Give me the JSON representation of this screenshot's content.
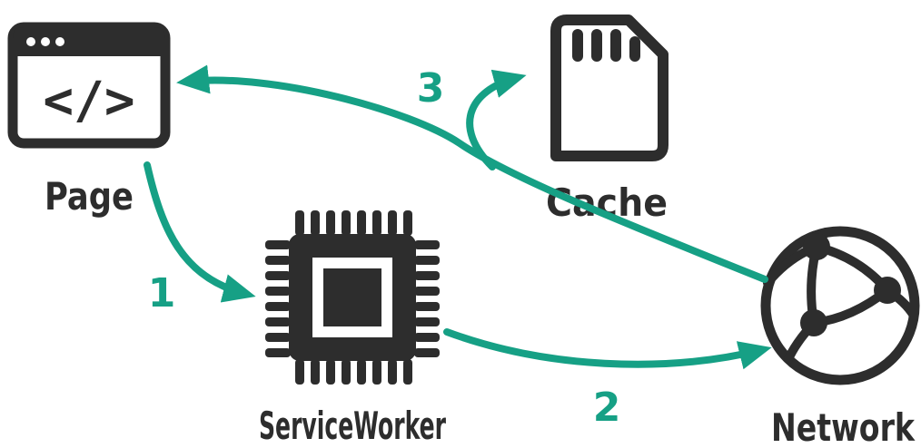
{
  "diagram": {
    "colors": {
      "ink": "#2d2d2d",
      "accent": "#16a085",
      "background": "#ffffff"
    },
    "nodes": {
      "page": {
        "label": "Page",
        "icon": "browser-window-icon",
        "icon_text": "</>"
      },
      "cache": {
        "label": "Cache",
        "icon": "sd-card-icon"
      },
      "serviceworker": {
        "label": "ServiceWorker",
        "icon": "chip-icon"
      },
      "network": {
        "label": "Network",
        "icon": "globe-network-icon"
      }
    },
    "steps": [
      {
        "label": "1",
        "from": "page",
        "to": "serviceworker"
      },
      {
        "label": "2",
        "from": "serviceworker",
        "to": "network"
      },
      {
        "label": "3",
        "from": "network",
        "to": "cache-and-page"
      }
    ]
  }
}
